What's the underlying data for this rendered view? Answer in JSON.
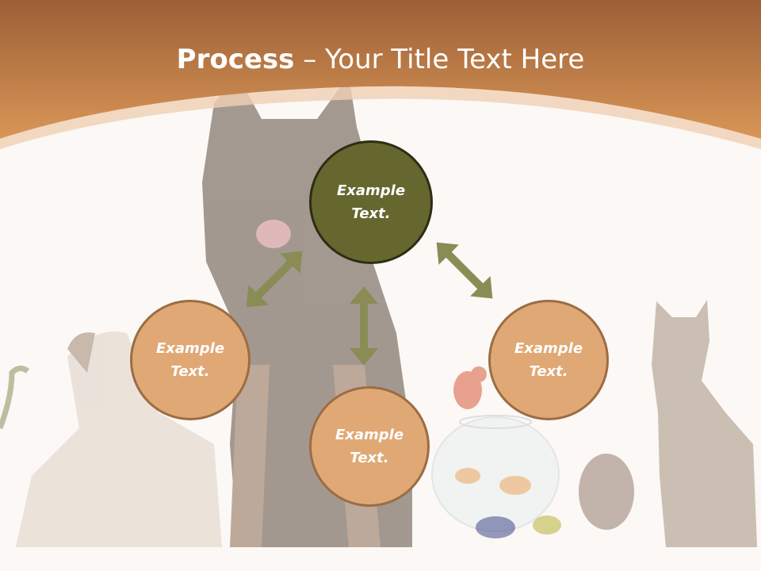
{
  "title": {
    "bold": "Process",
    "separator": " – ",
    "rest": "Your Title Text Here"
  },
  "nodes": [
    {
      "text_line1": "Example",
      "text_line2": "Text."
    },
    {
      "text_line1": "Example",
      "text_line2": "Text."
    },
    {
      "text_line1": "Example",
      "text_line2": "Text."
    },
    {
      "text_line1": "Example",
      "text_line2": "Text."
    }
  ],
  "colors": {
    "header": "#d38e4f",
    "header_dark": "#a9683a",
    "dark_node": "#66672f",
    "light_node": "#e0a874",
    "arrow": "#8a8c55"
  },
  "icons": [
    "background-pets-photo",
    "double-arrow-icon"
  ]
}
